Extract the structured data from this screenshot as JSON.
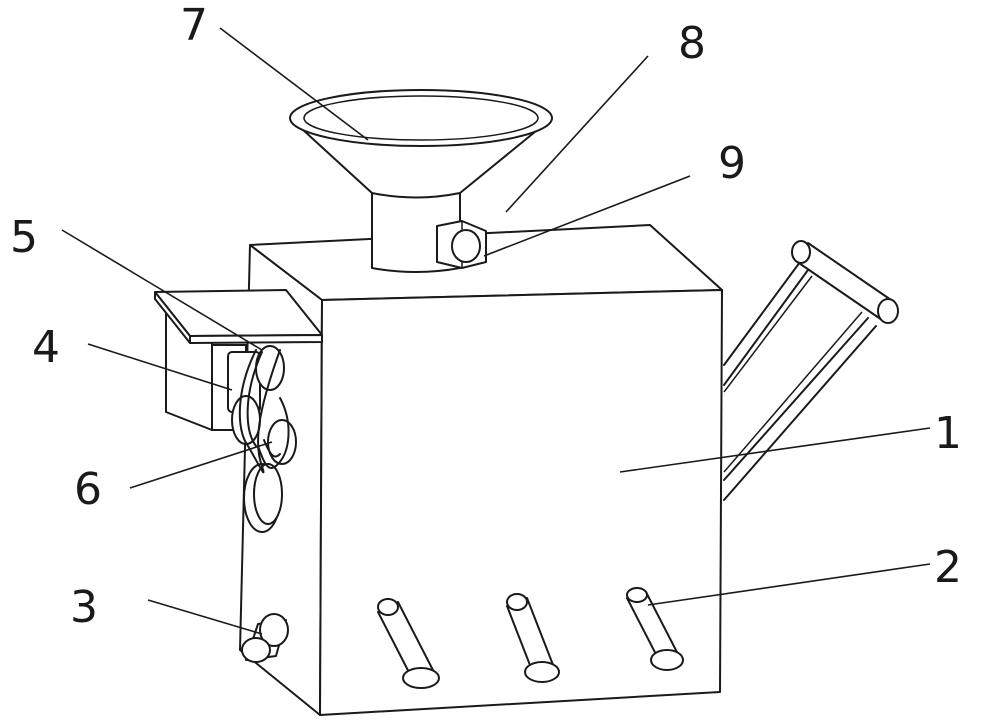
{
  "labels": [
    {
      "id": "1",
      "text": "1"
    },
    {
      "id": "2",
      "text": "2"
    },
    {
      "id": "3",
      "text": "3"
    },
    {
      "id": "4",
      "text": "4"
    },
    {
      "id": "5",
      "text": "5"
    },
    {
      "id": "6",
      "text": "6"
    },
    {
      "id": "7",
      "text": "7"
    },
    {
      "id": "8",
      "text": "8"
    },
    {
      "id": "9",
      "text": "9"
    }
  ],
  "colors": {
    "line": "#1a1a1a",
    "background": "#ffffff"
  }
}
